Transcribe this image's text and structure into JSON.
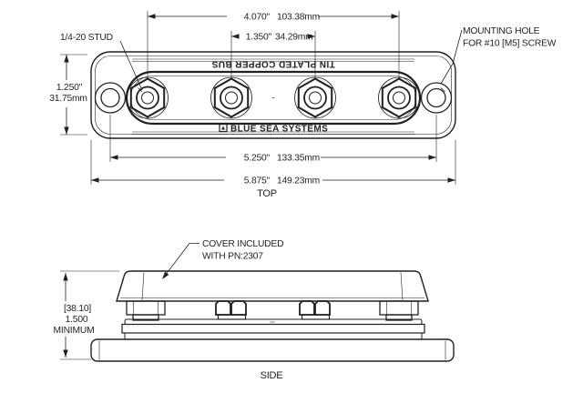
{
  "colors": {
    "line": "#231f20",
    "background": "#ffffff"
  },
  "top_view": {
    "view_label": "TOP",
    "annotations": {
      "stud": "1/4-20 STUD",
      "mounting_hole": [
        "MOUNTING HOLE",
        "FOR #10 [M5] SCREW"
      ]
    },
    "dimensions": {
      "stud_span": {
        "in": "4.070\"",
        "mm": "103.38mm"
      },
      "center_studs": {
        "in": "1.350\"",
        "mm": "34.29mm"
      },
      "width": {
        "in": "1.250\"",
        "mm": "31.75mm"
      },
      "mount_hole_span": {
        "in": "5.250\"",
        "mm": "133.35mm"
      },
      "overall_length": {
        "in": "5.875\"",
        "mm": "149.23mm"
      }
    },
    "markings": {
      "top": "TIN PLATED COPPER BUS",
      "bottom": "BLUE SEA SYSTEMS"
    }
  },
  "side_view": {
    "view_label": "SIDE",
    "annotations": {
      "cover": [
        "COVER INCLUDED",
        "WITH PN:2307"
      ]
    },
    "dimensions": {
      "min_height": {
        "mm": "[38.10]",
        "in": "1.500",
        "note": "MINIMUM"
      }
    }
  }
}
